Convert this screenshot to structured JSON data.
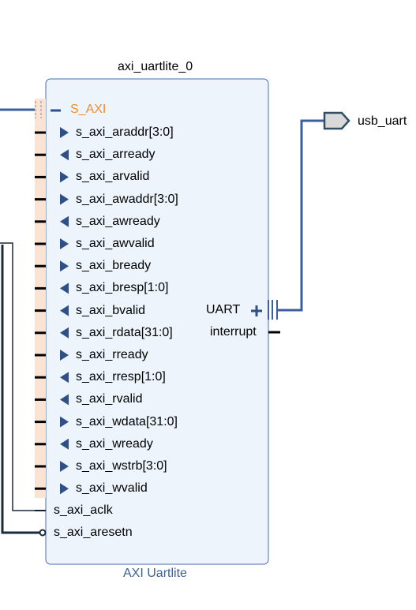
{
  "block": {
    "instance_name": "axi_uartlite_0",
    "ip_name": "AXI Uartlite",
    "interface_label": "S_AXI",
    "pins": [
      {
        "label": "s_axi_araddr[3:0]",
        "dir": "in"
      },
      {
        "label": "s_axi_arready",
        "dir": "out"
      },
      {
        "label": "s_axi_arvalid",
        "dir": "in"
      },
      {
        "label": "s_axi_awaddr[3:0]",
        "dir": "in"
      },
      {
        "label": "s_axi_awready",
        "dir": "out"
      },
      {
        "label": "s_axi_awvalid",
        "dir": "in"
      },
      {
        "label": "s_axi_bready",
        "dir": "in"
      },
      {
        "label": "s_axi_bresp[1:0]",
        "dir": "out"
      },
      {
        "label": "s_axi_bvalid",
        "dir": "out"
      },
      {
        "label": "s_axi_rdata[31:0]",
        "dir": "out"
      },
      {
        "label": "s_axi_rready",
        "dir": "in"
      },
      {
        "label": "s_axi_rresp[1:0]",
        "dir": "out"
      },
      {
        "label": "s_axi_rvalid",
        "dir": "out"
      },
      {
        "label": "s_axi_wdata[31:0]",
        "dir": "in"
      },
      {
        "label": "s_axi_wready",
        "dir": "out"
      },
      {
        "label": "s_axi_wstrb[3:0]",
        "dir": "in"
      },
      {
        "label": "s_axi_wvalid",
        "dir": "in"
      }
    ],
    "clock_pin": "s_axi_aclk",
    "reset_pin": "s_axi_aresetn",
    "output_interface": "UART",
    "output_pin": "interrupt"
  },
  "external_port": "usb_uart",
  "colors": {
    "block_fill": "#edf4fc",
    "block_border": "#4a6da7",
    "bus_strip": "#fbe3d3",
    "wire": "#3a5f9c",
    "dark_wire": "#1b2a3d",
    "accent": "#f28c28"
  }
}
